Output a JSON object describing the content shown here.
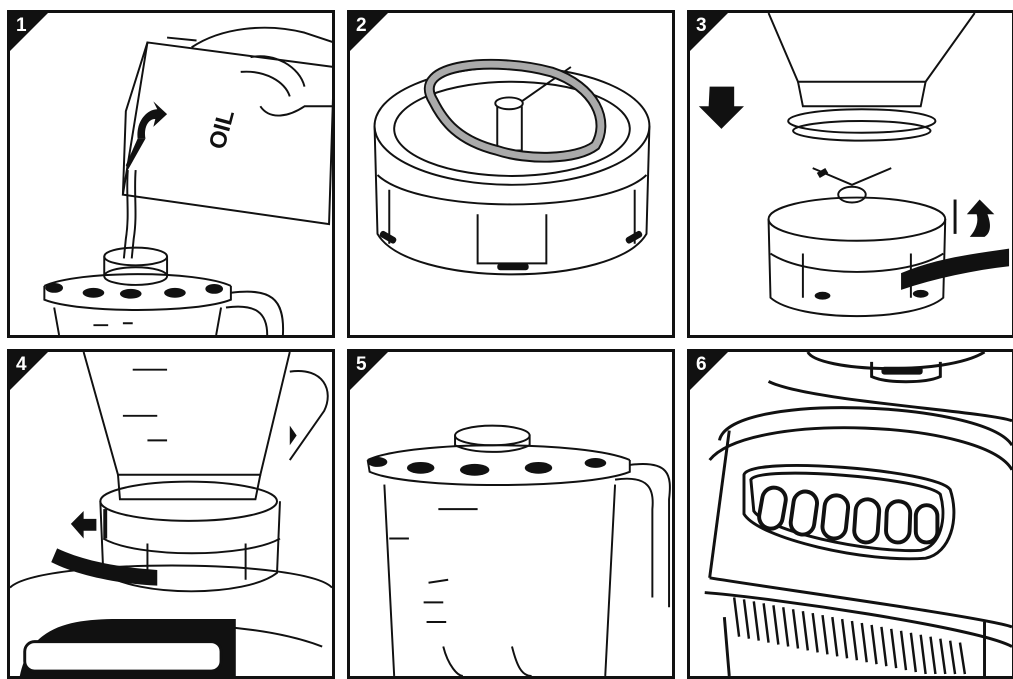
{
  "panels": [
    {
      "number": "1",
      "label": "OIL"
    },
    {
      "number": "2"
    },
    {
      "number": "3"
    },
    {
      "number": "4"
    },
    {
      "number": "5"
    },
    {
      "number": "6"
    }
  ],
  "colors": {
    "ink": "#111111",
    "paper": "#ffffff"
  }
}
